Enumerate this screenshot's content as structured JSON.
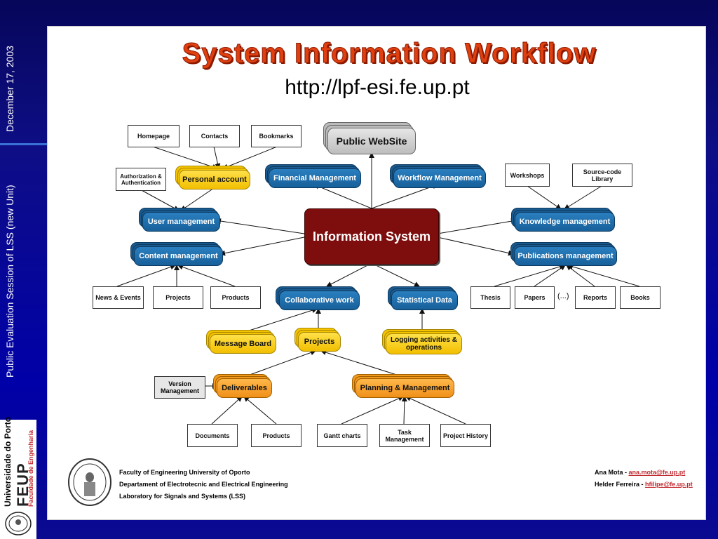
{
  "sidebar": {
    "date": "December 17, 2003",
    "session": "Public Evaluation Session of  LSS (new Unit)",
    "logo_university": "Universidade do Porto",
    "logo_feup": "FEUP",
    "logo_faculty": "Faculdade de Engenharia"
  },
  "slide": {
    "title": "System Information Workflow",
    "url": "http://lpf-esi.fe.up.pt"
  },
  "nodes": {
    "homepage": "Homepage",
    "contacts": "Contacts",
    "bookmarks": "Bookmarks",
    "public_website": "Public WebSite",
    "authorization": "Authorization & Authentication",
    "personal_account": "Personal account",
    "financial_management": "Financial Management",
    "workflow_management": "Workflow Management",
    "workshops": "Workshops",
    "source_code_library": "Source-code Library",
    "user_management": "User management",
    "information_system": "Information System",
    "knowledge_management": "Knowledge management",
    "content_management": "Content management",
    "publications_management": "Publications management",
    "news_events": "News & Events",
    "projects_box": "Projects",
    "products_box": "Products",
    "collaborative_work": "Collaborative work",
    "statistical_data": "Statistical Data",
    "thesis": "Thesis",
    "papers": "Papers",
    "ellipsis": "(...)",
    "reports": "Reports",
    "books": "Books",
    "message_board": "Message Board",
    "projects_node": "Projects",
    "logging_activities": "Logging activities & operations",
    "version_management": "Version Management",
    "deliverables": "Deliverables",
    "planning_management": "Planning & Management",
    "documents": "Documents",
    "products_deliv": "Products",
    "gantt_charts": "Gantt charts",
    "task_management": "Task Management",
    "project_history": "Project History"
  },
  "footer": {
    "line1": "Faculty of Engineering University of Oporto",
    "line2": "Departament of Electrotecnic and Electrical Engineering",
    "line3": "Laboratory for Signals and Systems (LSS)",
    "author1_name": "Ana Mota - ",
    "author1_email": "ana.mota@fe.up.pt",
    "author2_name": "Helder Ferreira - ",
    "author2_email": "hfilipe@fe.up.pt"
  },
  "colors": {
    "blue_node": "#1b5a8e",
    "yellow_node": "#f2bf00",
    "orange_node": "#f0901a",
    "core_node": "#7e0d0d",
    "title": "#e04010",
    "background": "#0b0b6e"
  }
}
